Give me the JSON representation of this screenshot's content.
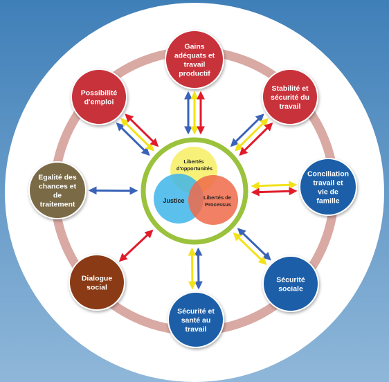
{
  "colors": {
    "bg_top": "#3f7fb8",
    "bg_bottom": "#8fb7d9",
    "disc": "#ffffff",
    "ring": "#d9a9a3",
    "center_ring": "#9bc23c",
    "arrow_red": "#e01b2a",
    "arrow_yellow": "#f2e21a",
    "arrow_blue": "#3a63b8"
  },
  "center": {
    "circles": [
      {
        "id": "opportunites",
        "label_lines": [
          "Libertés",
          "d'opportunités"
        ],
        "color": "#f7ef6a"
      },
      {
        "id": "justice",
        "label_lines": [
          "Justice"
        ],
        "color": "#3fb5ea"
      },
      {
        "id": "processus",
        "label_lines": [
          "Libertés de",
          "Processus"
        ],
        "color": "#ef6a49"
      }
    ]
  },
  "nodes": [
    {
      "id": "gains",
      "label_lines": [
        "Gains",
        "adéquats et",
        "travail",
        "productif"
      ],
      "color": "#c8333a",
      "arrows": [
        "blue",
        "yellow",
        "red"
      ]
    },
    {
      "id": "stabilite",
      "label_lines": [
        "Stabilité et",
        "sécurité du",
        "travail"
      ],
      "color": "#c8333a",
      "arrows": [
        "blue",
        "yellow",
        "red"
      ]
    },
    {
      "id": "conciliation",
      "label_lines": [
        "Conciliation",
        "travail et",
        "vie de",
        "famille"
      ],
      "color": "#1c5ea8",
      "arrows": [
        "yellow",
        "red"
      ]
    },
    {
      "id": "securite-sociale",
      "label_lines": [
        "Sécurité",
        "sociale"
      ],
      "color": "#1c5ea8",
      "arrows": [
        "blue",
        "yellow"
      ]
    },
    {
      "id": "sante",
      "label_lines": [
        "Sécurité et",
        "santé au",
        "travail"
      ],
      "color": "#1c5ea8",
      "arrows": [
        "blue",
        "yellow"
      ]
    },
    {
      "id": "dialogue",
      "label_lines": [
        "Dialogue",
        "social"
      ],
      "color": "#8a3b12",
      "arrows": [
        "red"
      ]
    },
    {
      "id": "egalite",
      "label_lines": [
        "Egalité des",
        "chances et",
        "de",
        "traitement"
      ],
      "color": "#7a6a45",
      "arrows": [
        "blue"
      ]
    },
    {
      "id": "emploi",
      "label_lines": [
        "Possibilité",
        "d'emploi"
      ],
      "color": "#c8333a",
      "arrows": [
        "blue",
        "yellow",
        "red"
      ]
    }
  ]
}
